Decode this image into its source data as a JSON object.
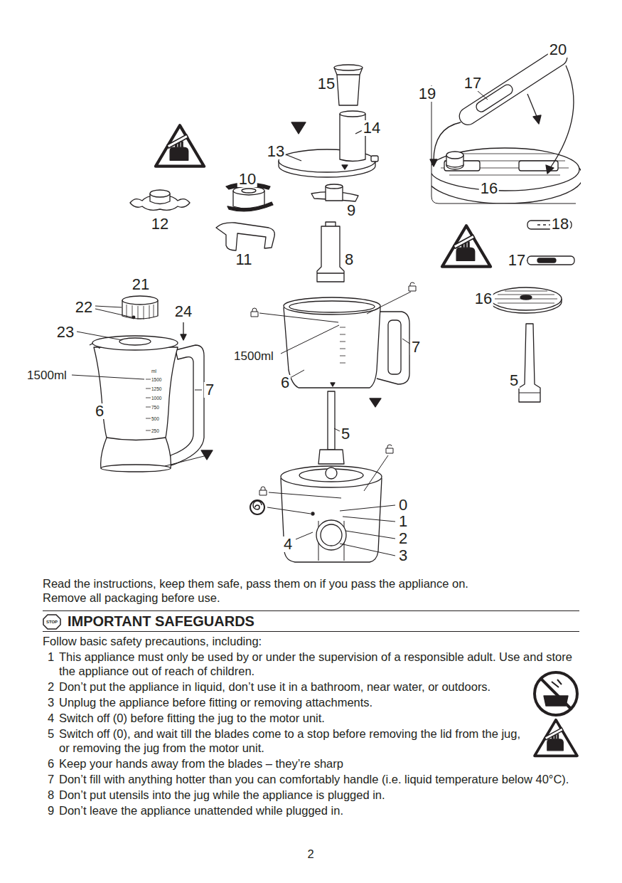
{
  "diagram": {
    "title": "IMPORTANT SAFEGUARDS",
    "labels": [
      "20",
      "15",
      "17",
      "19",
      "14",
      "13",
      "10",
      "9",
      "16",
      "12",
      "18",
      "11",
      "8",
      "17",
      "21",
      "16",
      "22",
      "24",
      "23",
      "7",
      "1500ml",
      "6",
      "7",
      "1500ml",
      "5",
      "6",
      "5",
      "0",
      "1",
      "2",
      "3",
      "4",
      "ml",
      "1500",
      "1250",
      "1000",
      "750",
      "500",
      "250",
      "Read the instructions, keep them safe, pass them on if you pass the appliance on.",
      "Remove all packaging before use.",
      "STOP",
      "Follow basic safety precautions, including:",
      "1",
      "This appliance must only be used by or under the supervision of a responsible adult. Use and store the appliance out of reach of children.",
      "2",
      "Don’t put the appliance in liquid, don’t use it in a bathroom, near water, or outdoors.",
      "3",
      "Unplug the appliance before fitting or removing attachments.",
      "4",
      "Switch off (0) before fitting the jug to the motor unit.",
      "5",
      "Switch off (0), and wait till the blades come to a stop before removing the lid from the jug, or removing the jug from the motor unit.",
      "6",
      "Keep your hands away from the blades – they’re sharp",
      "7",
      "Don’t fill with anything hotter than you can comfortably handle (i.e. liquid temperature below 40°C).",
      "8",
      "Don’t put utensils into the jug while the appliance is plugged in.",
      "9",
      "Don’t leave the appliance unattended while plugged in.",
      "2"
    ]
  }
}
